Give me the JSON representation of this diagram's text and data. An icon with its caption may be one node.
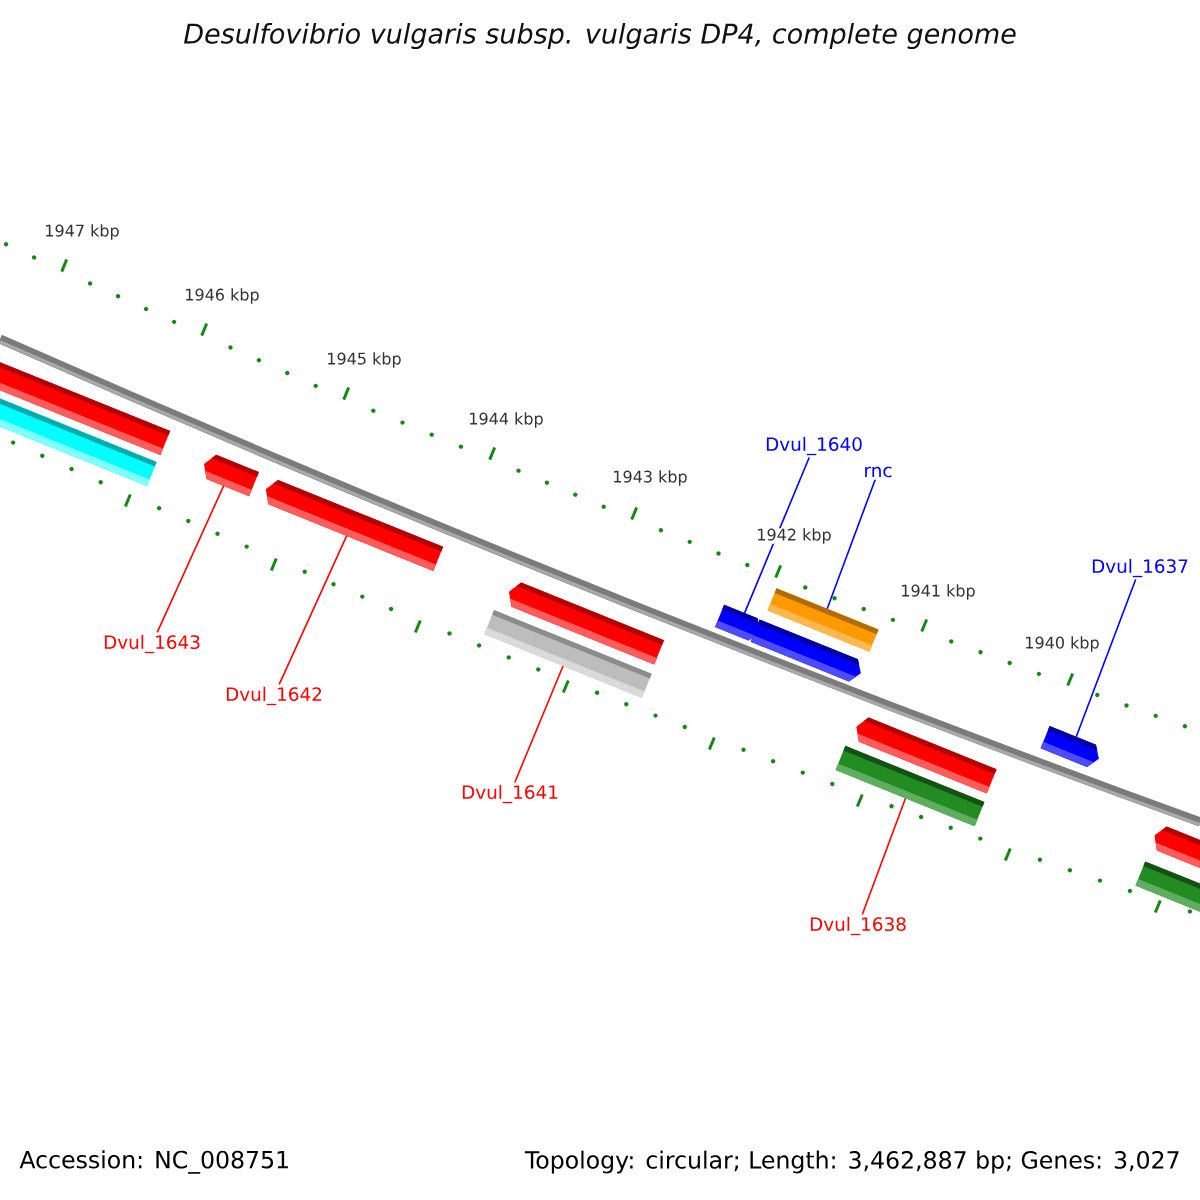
{
  "diagram": {
    "title": "Desulfovibrio vulgaris subsp. vulgaris DP4, complete genome",
    "nodes": [
      {
        "text": [],
        "shape": "bar"
      },
      {
        "text": [],
        "shape": "bar"
      },
      {
        "text": [],
        "shape": "arrow"
      },
      {
        "text": [],
        "shape": "arrow"
      },
      {
        "text": [],
        "shape": "bar"
      },
      {
        "text": [],
        "shape": "arrow"
      },
      {
        "text": [],
        "shape": "arrow"
      },
      {
        "text": [],
        "shape": "arrow"
      },
      {
        "text": [],
        "shape": "bar"
      },
      {
        "text": [],
        "shape": "bar"
      },
      {
        "text": [],
        "shape": "arrow"
      },
      {
        "text": [],
        "shape": "arrow"
      },
      {
        "text": [],
        "shape": "bar"
      },
      {
        "text": [],
        "shape": "arrow"
      },
      {
        "text": [
          "Dvul_1640"
        ]
      },
      {
        "text": [
          "rnc"
        ]
      },
      {
        "text": [
          "Dvul_1637"
        ]
      },
      {
        "text": [
          "Dvul_1643"
        ]
      },
      {
        "text": [
          "Dvul_1642"
        ]
      },
      {
        "text": [
          "Dvul_1641"
        ]
      },
      {
        "text": [
          "Dvul_1638"
        ]
      }
    ],
    "edges": [
      {
        "from": 14,
        "to": 6,
        "arrow": "none",
        "color": "#0000ff"
      },
      {
        "from": 15,
        "to": 8,
        "arrow": "none",
        "color": "#0000ff"
      },
      {
        "from": 16,
        "to": 11,
        "arrow": "none",
        "color": "#0000ff"
      },
      {
        "from": 17,
        "to": 2,
        "arrow": "none"
      },
      {
        "from": 18,
        "to": 3,
        "arrow": "none"
      },
      {
        "from": 19,
        "to": 4,
        "arrow": "none"
      },
      {
        "from": 20,
        "to": 9,
        "arrow": "none"
      }
    ],
    "labels": [
      "1947 kbp",
      "1946 kbp",
      "1945 kbp",
      "1944 kbp",
      "1943 kbp",
      "1942 kbp",
      "1941 kbp",
      "1940 kbp",
      "Accession: NC_008751",
      "Topology: circular; Length: 3,462,887 bp; Genes: 3,027"
    ]
  }
}
